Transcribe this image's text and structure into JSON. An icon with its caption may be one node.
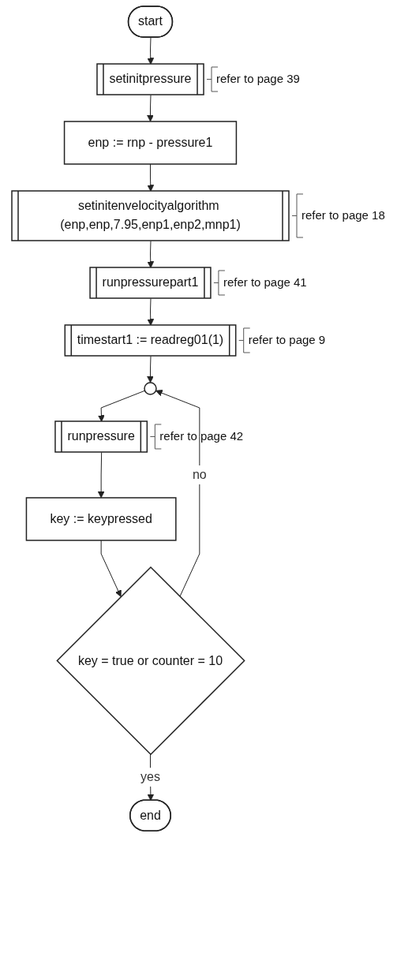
{
  "diagram": {
    "nodes": [
      {
        "text": [
          "start"
        ]
      },
      {
        "text": [
          "setinitpressure"
        ],
        "beside": [
          "refer to page 39"
        ]
      },
      {
        "text": [
          "enp := rnp - pressure1"
        ]
      },
      {
        "text": [
          "setinitenvelocityalgorithm (enp,enp,7.95,enp1,enp2,mnp1)"
        ],
        "beside": [
          "refer to page 18"
        ]
      },
      {
        "text": [
          "runpressurepart1"
        ],
        "beside": [
          "refer to page 41"
        ]
      },
      {
        "text": [
          "timestart1 := readreg01(1)"
        ],
        "beside": [
          "refer to page 9"
        ]
      },
      {
        "text": [],
        "shape": "circle"
      },
      {
        "text": [
          "runpressure"
        ],
        "beside": [
          "refer to page 42"
        ]
      },
      {
        "text": [
          "key := keypressed"
        ]
      },
      {
        "text": [
          "key = true or counter = 10"
        ]
      },
      {
        "text": [
          "end"
        ]
      }
    ],
    "edges": [
      {
        "from": 0,
        "to": 1,
        "arrow": "to"
      },
      {
        "from": 1,
        "to": 2,
        "arrow": "to"
      },
      {
        "from": 2,
        "to": 3,
        "arrow": "to"
      },
      {
        "from": 3,
        "to": 4,
        "arrow": "to"
      },
      {
        "from": 4,
        "to": 5,
        "arrow": "to"
      },
      {
        "from": 5,
        "to": 6,
        "arrow": "to"
      },
      {
        "from": 6,
        "to": 7,
        "arrow": "to"
      },
      {
        "from": 7,
        "to": 8,
        "arrow": "to"
      },
      {
        "from": 8,
        "to": 9,
        "arrow": "to"
      },
      {
        "from": 9,
        "to": 6,
        "label": "no",
        "arrow": "to"
      },
      {
        "from": 9,
        "to": 10,
        "label": "yes",
        "arrow": "to"
      }
    ]
  }
}
